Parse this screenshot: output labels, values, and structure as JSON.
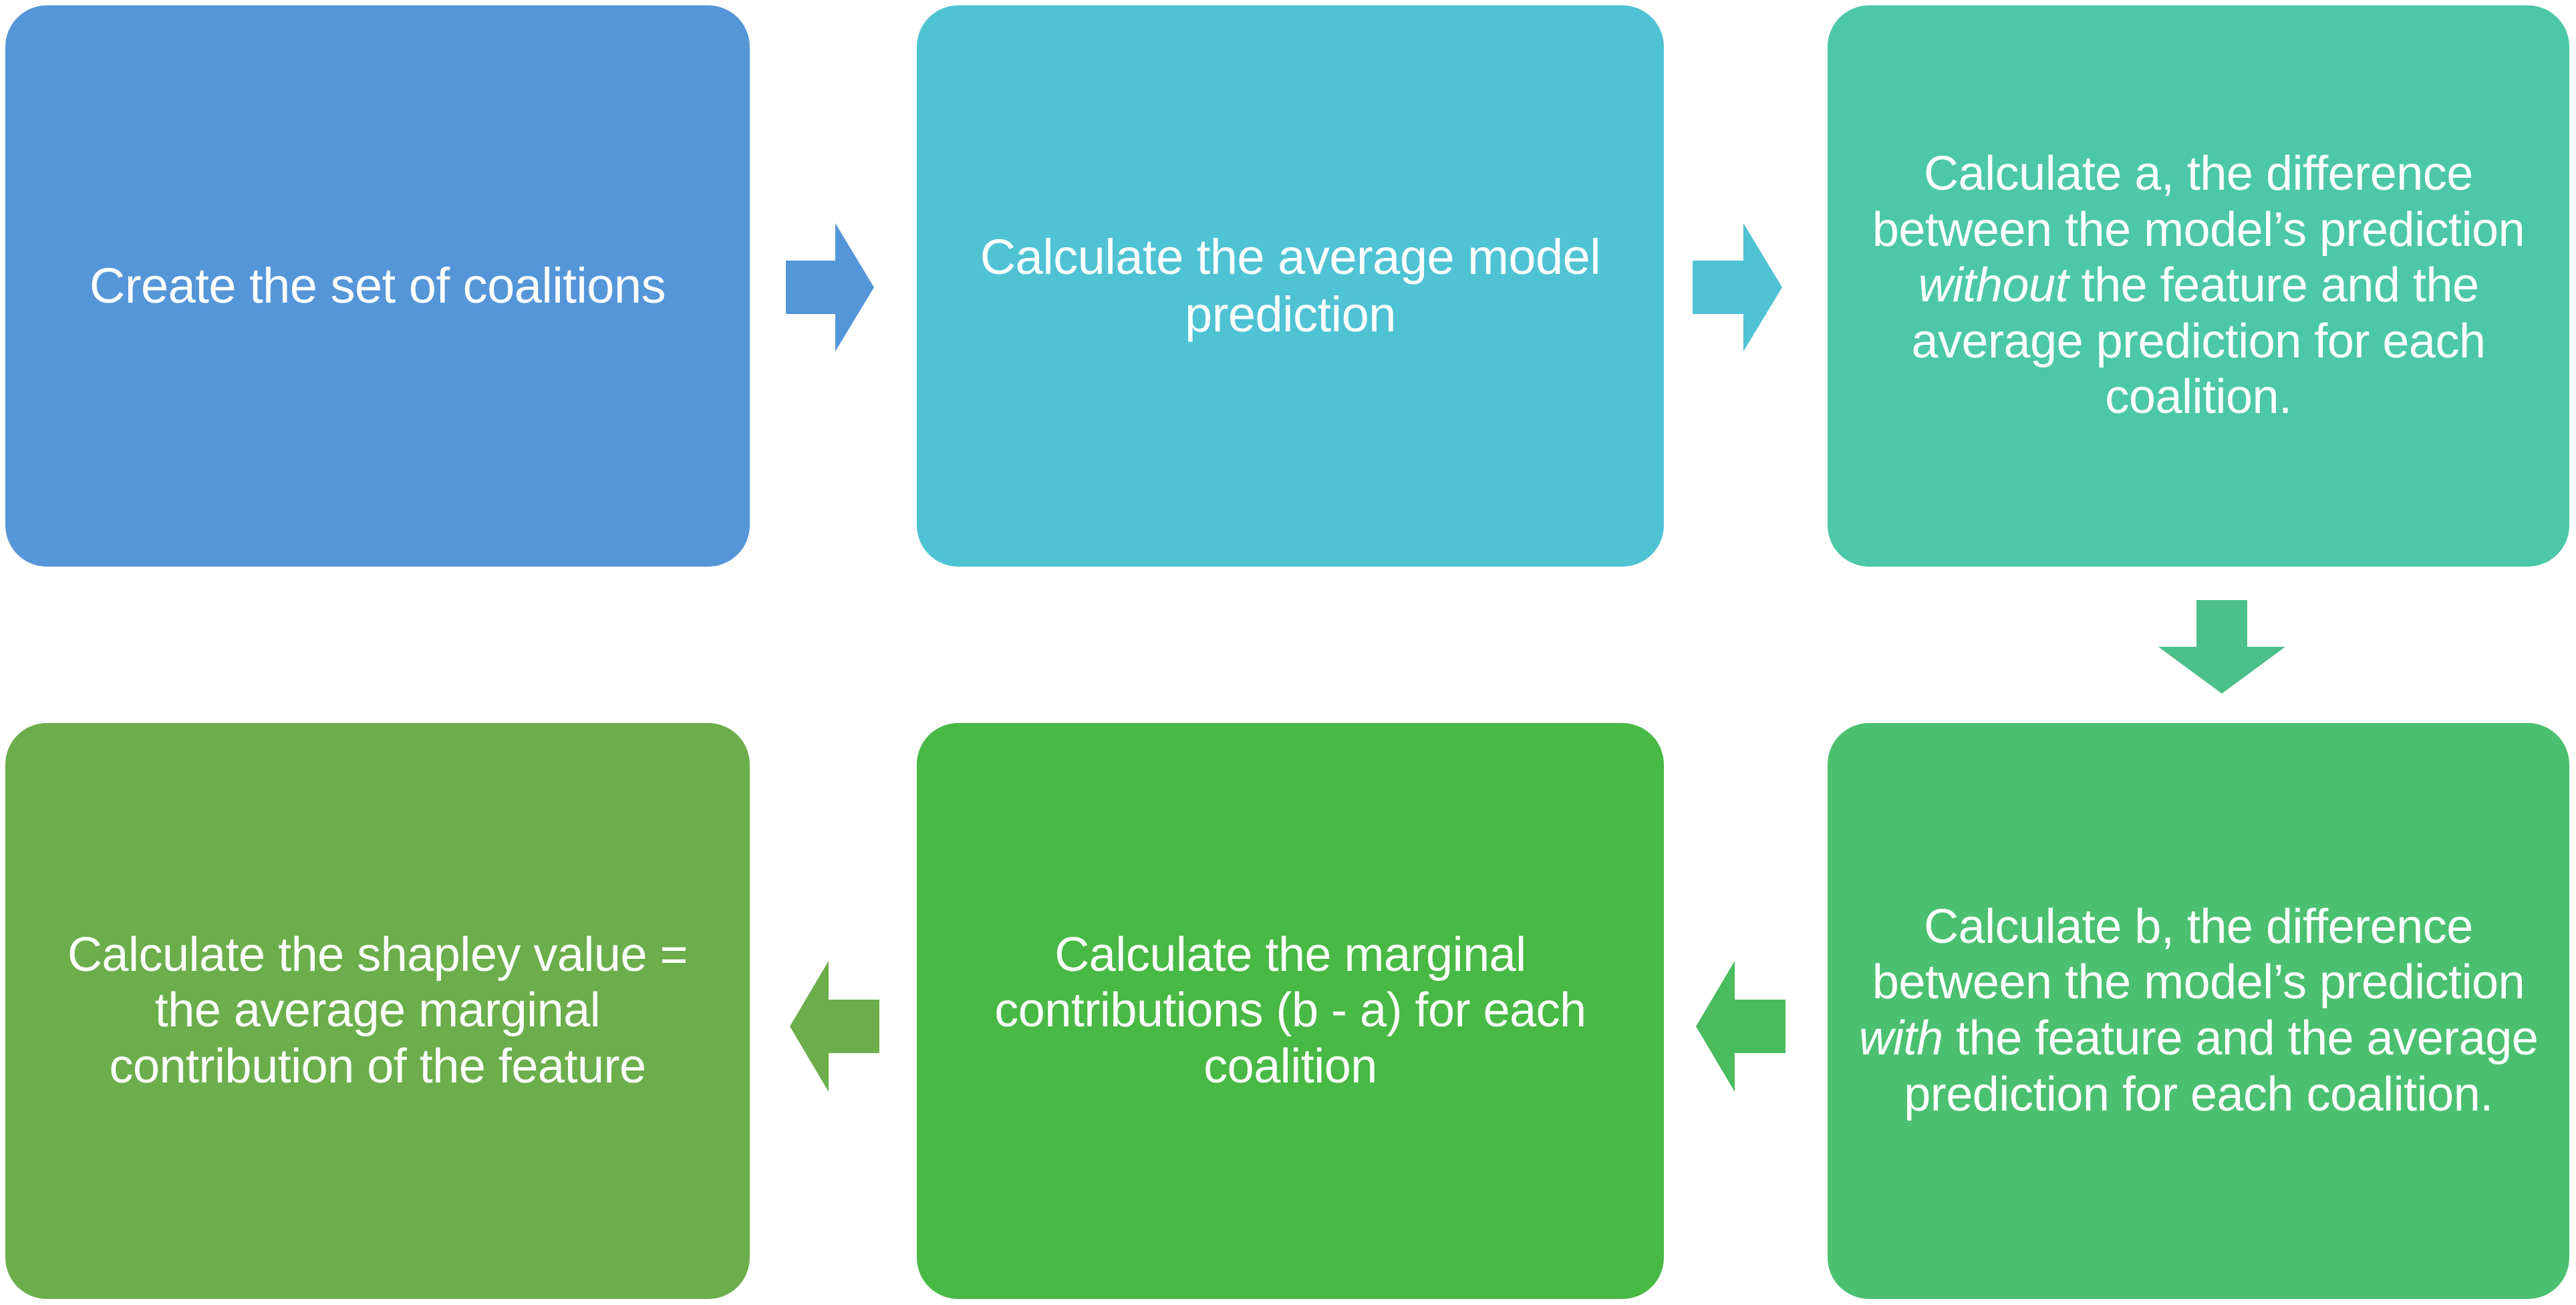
{
  "diagram": {
    "title": "Shapley value calculation flowchart",
    "background_color": "#ffffff",
    "nodes": [
      {
        "id": "create-coalitions",
        "order": 1,
        "text": "Create the set of coalitions",
        "color": "#5596D8",
        "row": "top",
        "column": 1
      },
      {
        "id": "average-model-prediction",
        "order": 2,
        "text": "Calculate the average model prediction",
        "color": "#4FC3D4",
        "row": "top",
        "column": 2
      },
      {
        "id": "calculate-a",
        "order": 3,
        "text_parts": {
          "before": "Calculate a,  the difference between the model’s prediction ",
          "emphasis": "without",
          "after": " the feature and the average prediction for each coalition."
        },
        "text": "Calculate a,  the difference between the model’s prediction without the feature and the average prediction for each coalition.",
        "color": "#4CC8A6",
        "row": "top",
        "column": 3
      },
      {
        "id": "calculate-b",
        "order": 4,
        "text_parts": {
          "before": "Calculate  b, the difference between the model’s prediction ",
          "emphasis": "with",
          "after": " the feature and the average prediction for each coalition."
        },
        "text": "Calculate  b, the difference between the model’s prediction with the feature and the average prediction for each coalition.",
        "color": "#4BC070",
        "row": "bottom",
        "column": 3
      },
      {
        "id": "marginal-contributions",
        "order": 5,
        "text": "Calculate the marginal contributions (b - a) for each coalition",
        "color": "#48B944",
        "row": "bottom",
        "column": 2
      },
      {
        "id": "shapley-value",
        "order": 6,
        "text": "Calculate the shapley value = the average marginal contribution of the feature",
        "color": "#6BAE4B",
        "row": "bottom",
        "column": 1
      }
    ],
    "arrows": [
      {
        "id": "arrow-1",
        "from": "create-coalitions",
        "to": "average-model-prediction",
        "direction": "right",
        "color": "#5596D8"
      },
      {
        "id": "arrow-2",
        "from": "average-model-prediction",
        "to": "calculate-a",
        "direction": "right",
        "color": "#4FC3D4"
      },
      {
        "id": "arrow-3",
        "from": "calculate-a",
        "to": "calculate-b",
        "direction": "down",
        "color": "#4CC08A"
      },
      {
        "id": "arrow-4",
        "from": "calculate-b",
        "to": "marginal-contributions",
        "direction": "left",
        "color": "#4BBC5E"
      },
      {
        "id": "arrow-5",
        "from": "marginal-contributions",
        "to": "shapley-value",
        "direction": "left",
        "color": "#6BAE4B"
      }
    ]
  }
}
